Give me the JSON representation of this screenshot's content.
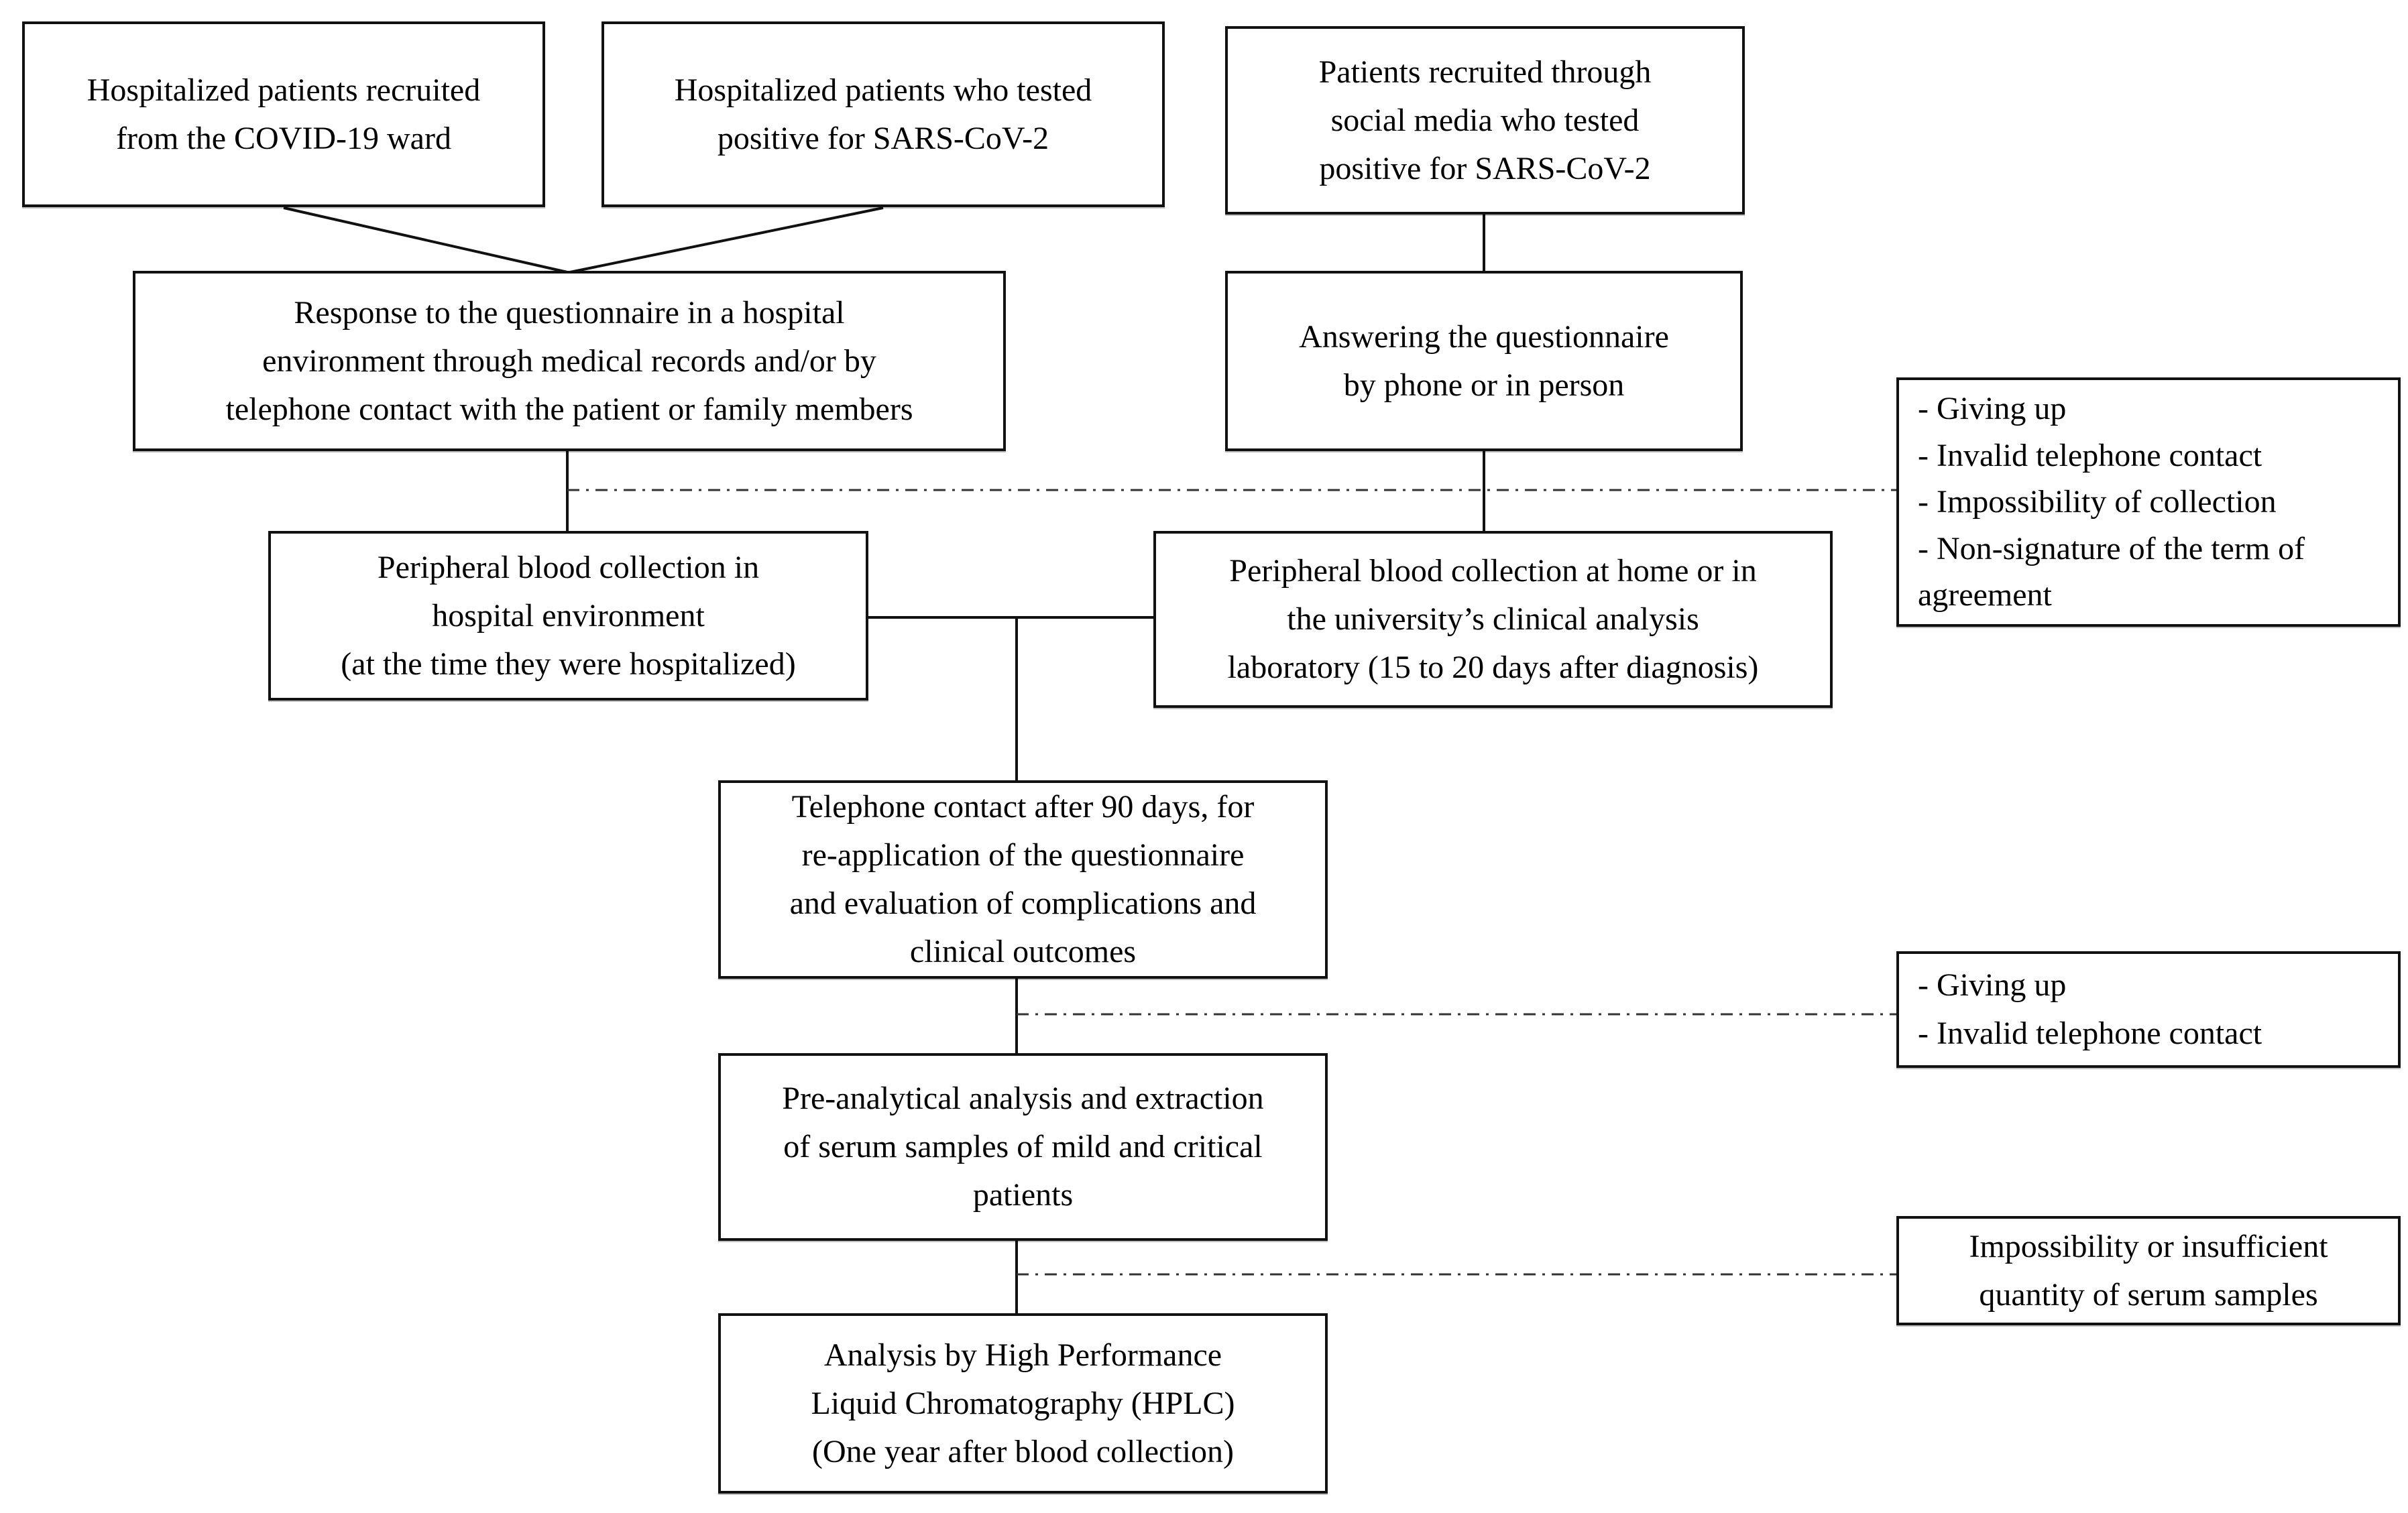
{
  "figure": {
    "type": "flowchart",
    "background_color": "#ffffff",
    "line_color": "#111111",
    "boxes": {
      "recruited_ward": {
        "lines": [
          "Hospitalized patients recruited",
          "from the COVID-19 ward"
        ]
      },
      "recruited_positive": {
        "lines": [
          "Hospitalized patients who tested",
          "positive for SARS-CoV-2"
        ]
      },
      "recruited_social_media": {
        "lines": [
          "Patients recruited through",
          "social media who tested",
          "positive for SARS-CoV-2"
        ]
      },
      "questionnaire_hospital": {
        "lines": [
          "Response to the questionnaire in a hospital",
          "environment through medical records and/or by",
          "telephone contact with the patient or family members"
        ]
      },
      "questionnaire_phone": {
        "lines": [
          "Answering the questionnaire",
          "by phone or in person"
        ]
      },
      "exclusions_baseline": {
        "lines": [
          "- Giving up",
          "- Invalid telephone contact",
          "- Impossibility of collection",
          "- Non-signature of the term of",
          "agreement"
        ]
      },
      "blood_hospital": {
        "lines": [
          "Peripheral blood collection in",
          "hospital environment",
          "(at the time they were hospitalized)"
        ]
      },
      "blood_home": {
        "lines": [
          "Peripheral blood collection at home or in",
          "the university’s clinical analysis",
          "laboratory (15 to 20 days after diagnosis)"
        ]
      },
      "followup_90_days": {
        "lines": [
          "Telephone contact after 90 days, for",
          "re-application of the questionnaire",
          "and evaluation of complications and",
          "clinical outcomes"
        ]
      },
      "exclusions_followup": {
        "lines": [
          "- Giving up",
          "- Invalid telephone contact"
        ]
      },
      "preanalytical": {
        "lines": [
          "Pre-analytical analysis and extraction",
          "of serum samples of mild and critical",
          "patients"
        ]
      },
      "exclusions_serum": {
        "lines": [
          "Impossibility or insufficient",
          "quantity of serum samples"
        ]
      },
      "hplc": {
        "lines": [
          "Analysis by High Performance",
          "Liquid Chromatography (HPLC)",
          "(One year after blood collection)"
        ]
      }
    }
  }
}
